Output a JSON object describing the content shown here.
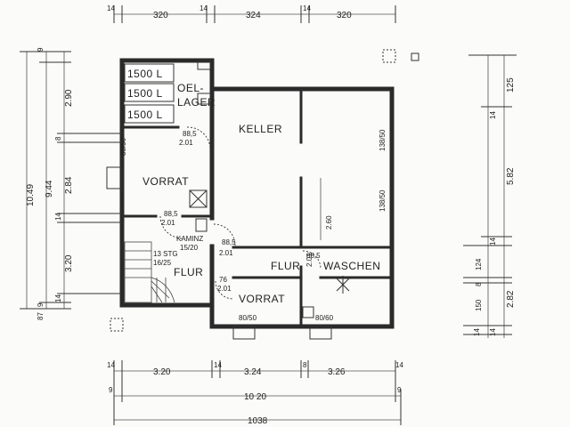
{
  "rooms": {
    "keller": "KELLER",
    "vorrat_main": "VORRAT",
    "vorrat_small": "VORRAT",
    "waschen": "WASCHEN",
    "flur_left": "FLUR",
    "flur_center": "FLUR",
    "oellager_line1": "OEL-",
    "oellager_line2": "LAGER",
    "kamin": "KAMINZ",
    "kamin_size": "15/20"
  },
  "tanks": [
    "1500 L",
    "1500 L",
    "1500 L"
  ],
  "stairs": {
    "steps": "13 STG",
    "ratio": "16/25"
  },
  "openings": {
    "door_oel_top": "88,5",
    "door_oel_bottom": "2.01",
    "window_vorrat": "80/50",
    "door_vorrat_top": "88,5",
    "door_vorrat_bottom": "2.01",
    "door_keller_top": "88,5",
    "door_keller_bottom": "2.01",
    "door_flur_top": "88,5",
    "door_flur_bottom": "2.01",
    "door_vorrat2_top": "76",
    "door_vorrat2_bottom": "2.01",
    "window_vorrat2": "80/50",
    "window_waschen": "80/60",
    "window_keller1": "138/50",
    "window_keller2": "138/50",
    "wall_height": "2.60"
  },
  "dimensions": {
    "top": [
      "14",
      "320",
      "14",
      "324",
      "14",
      "320"
    ],
    "bottom_row1": [
      "14",
      "3.20",
      "14",
      "3.24",
      "8",
      "3.26",
      "14"
    ],
    "bottom_row2": [
      "9",
      "10 20",
      "9"
    ],
    "bottom_row3": "1038",
    "left_outer": [
      "10.49",
      "9.44",
      "87"
    ],
    "left_inner": [
      "9",
      "2.90",
      "8",
      "2.84",
      "14",
      "3.20",
      "14",
      "9"
    ],
    "right": [
      "125",
      "14",
      "5.82",
      "14",
      "124",
      "8",
      "150",
      "2.82",
      "14",
      "14"
    ]
  }
}
